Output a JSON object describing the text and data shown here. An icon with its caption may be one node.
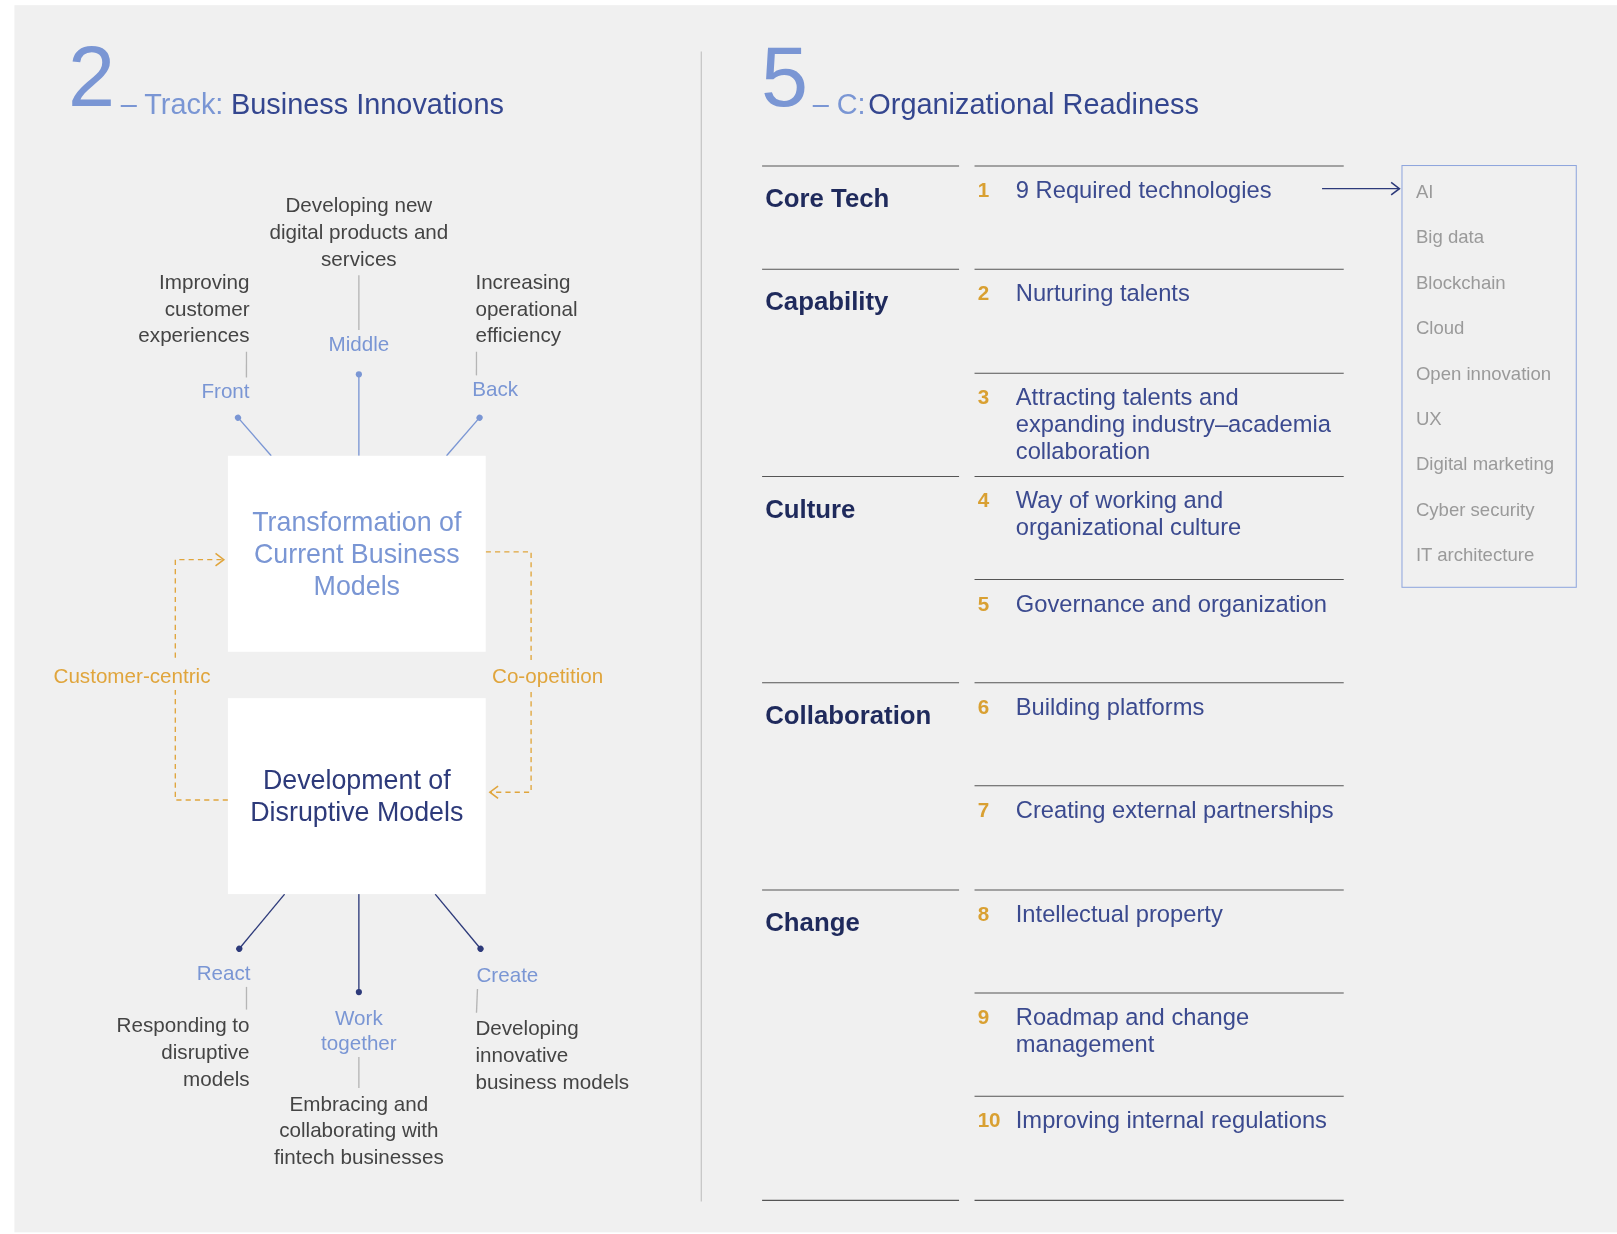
{
  "diagram": {
    "nodes": [
      {
        "text": [
          "Developing new digital products and services"
        ]
      },
      {
        "text": [
          "Improving customer experiences"
        ]
      },
      {
        "text": [
          "Increasing operational efficiency"
        ]
      },
      {
        "text": [
          "Middle"
        ]
      },
      {
        "text": [
          "Front"
        ]
      },
      {
        "text": [
          "Back"
        ]
      },
      {
        "text": [
          "Transformation of Current Business Models"
        ]
      },
      {
        "text": [
          "Development of Disruptive Models"
        ]
      },
      {
        "text": [
          "React"
        ]
      },
      {
        "text": [
          "Create"
        ]
      },
      {
        "text": [
          "Work together"
        ]
      },
      {
        "text": [
          "Responding to disruptive models"
        ]
      },
      {
        "text": [
          "Developing innovative business models"
        ]
      },
      {
        "text": [
          "Embracing and collaborating with fintech businesses"
        ]
      },
      {
        "text": [
          "9 Required technologies"
        ],
        "beside": [
          "1"
        ]
      },
      {
        "text": [
          "AI",
          "Big data",
          "Blockchain",
          "Cloud",
          "Open innovation",
          "UX",
          "Digital marketing",
          "Cyber security",
          "IT architecture"
        ]
      }
    ],
    "edges": [
      {
        "from": 6,
        "to": 3,
        "arrow": "other",
        "color": "#7a96d4"
      },
      {
        "from": 6,
        "to": 4,
        "arrow": "other",
        "color": "#7a96d4"
      },
      {
        "from": 6,
        "to": 5,
        "arrow": "other",
        "color": "#7a96d4"
      },
      {
        "from": 3,
        "to": 0,
        "arrow": "none"
      },
      {
        "from": 4,
        "to": 1,
        "arrow": "none"
      },
      {
        "from": 5,
        "to": 2,
        "arrow": "none"
      },
      {
        "from": 7,
        "to": 8,
        "arrow": "other",
        "color": "#2d3a7a"
      },
      {
        "from": 7,
        "to": 10,
        "arrow": "other",
        "color": "#2d3a7a"
      },
      {
        "from": 7,
        "to": 9,
        "arrow": "other",
        "color": "#2d3a7a"
      },
      {
        "from": 8,
        "to": 11,
        "arrow": "none"
      },
      {
        "from": 10,
        "to": 13,
        "arrow": "none"
      },
      {
        "from": 9,
        "to": 12,
        "arrow": "none"
      },
      {
        "from": 7,
        "to": 6,
        "arrow": "to",
        "style": "dashed",
        "color": "#e0a53c",
        "label": "Customer-centric"
      },
      {
        "from": 6,
        "to": 7,
        "arrow": "to",
        "style": "dashed",
        "color": "#e0a53c",
        "label": "Co-opetition"
      },
      {
        "from": 14,
        "to": 15,
        "arrow": "to",
        "color": "#2d3a7a"
      }
    ],
    "labels": [
      "2",
      "– Track:",
      "Business Innovations",
      "5",
      "– C:",
      "Organizational Readiness",
      "Core Tech",
      "Capability",
      "2",
      "Nurturing talents",
      "3",
      "Attracting talents and expanding industry–academia collaboration",
      "Culture",
      "4",
      "Way of working and organizational culture",
      "5",
      "Governance and organization",
      "Collaboration",
      "6",
      "Building platforms",
      "7",
      "Creating external partnerships",
      "Change",
      "8",
      "Intellectual property",
      "9",
      "Roadmap and change management",
      "10",
      "Improving internal regulations"
    ]
  }
}
